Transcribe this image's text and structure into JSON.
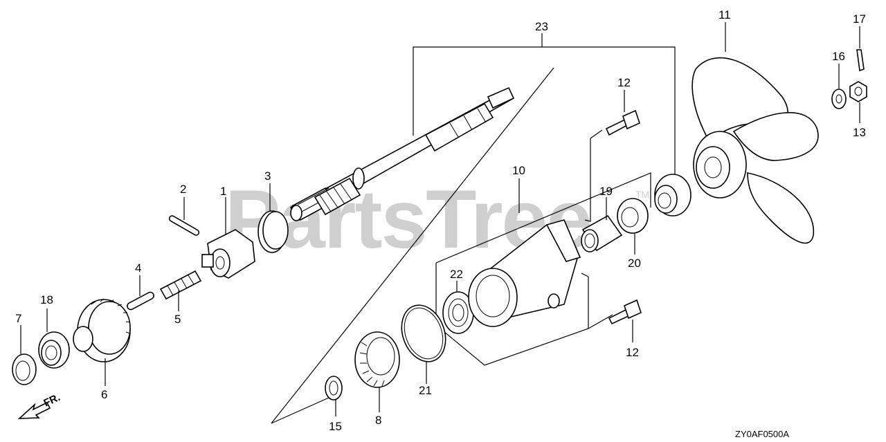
{
  "diagram": {
    "watermark": "PartsTree",
    "watermark_mark": "TM",
    "direction_label": "FR.",
    "figure_code": "ZY0AF0500A",
    "callouts": [
      "1",
      "2",
      "3",
      "4",
      "5",
      "6",
      "7",
      "8",
      "10",
      "11",
      "12",
      "12",
      "13",
      "15",
      "16",
      "17",
      "18",
      "19",
      "20",
      "21",
      "22",
      "23"
    ]
  }
}
